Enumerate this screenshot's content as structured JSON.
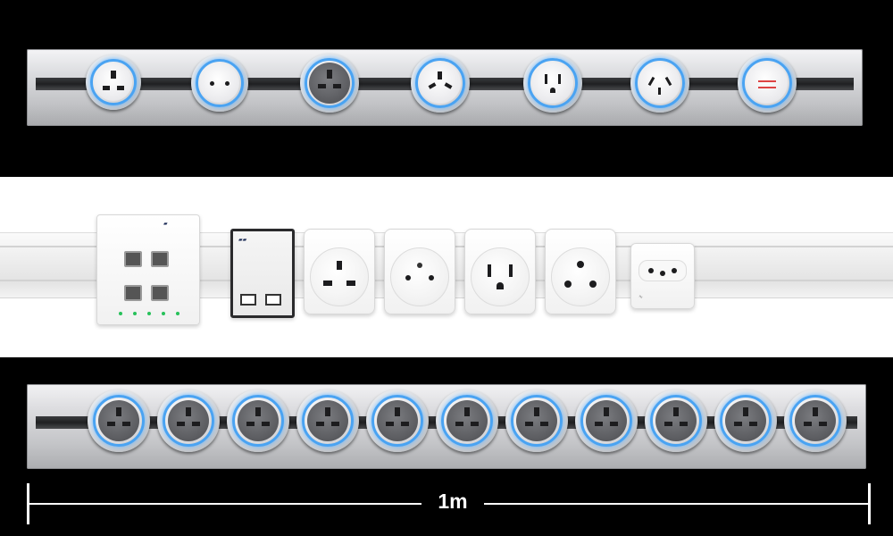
{
  "scale": {
    "label": "1m"
  },
  "top_strip": {
    "sockets": [
      {
        "type": "uk"
      },
      {
        "type": "schuko"
      },
      {
        "type": "universal"
      },
      {
        "type": "china"
      },
      {
        "type": "us"
      },
      {
        "type": "australia"
      },
      {
        "type": "usb-charger"
      }
    ]
  },
  "middle_strip": {
    "modules": [
      {
        "type": "ethernet-4-port"
      },
      {
        "type": "usb-2-port"
      },
      {
        "type": "uk"
      },
      {
        "type": "france"
      },
      {
        "type": "us"
      },
      {
        "type": "india"
      },
      {
        "type": "swiss"
      }
    ]
  },
  "bottom_strip": {
    "socket_count": 11,
    "type": "universal"
  },
  "colors": {
    "led_ring": "#4aa3f2",
    "background": "#000000",
    "middle_band": "#ffffff"
  }
}
